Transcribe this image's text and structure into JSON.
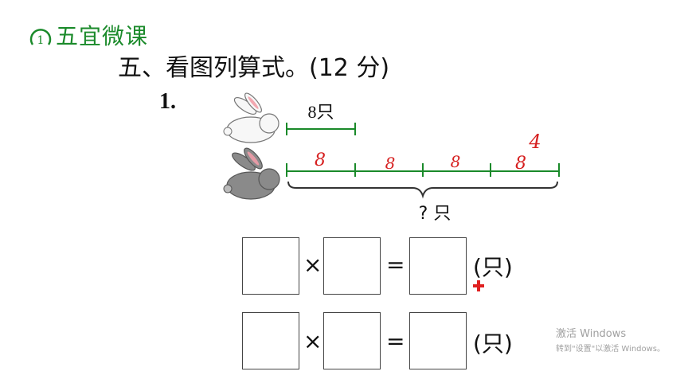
{
  "brand": {
    "number": "1",
    "name": "五宜微课"
  },
  "question": {
    "title": "五、看图列算式。(12 分)",
    "item_number": "1.",
    "top_label": "8只",
    "segment_values": [
      "8",
      "8",
      "8",
      "8"
    ],
    "annotation": "4",
    "question_label": "? 只"
  },
  "equations": [
    {
      "times": "×",
      "equals": "=",
      "unit": "(只)"
    },
    {
      "times": "×",
      "equals": "=",
      "unit": "(只)"
    }
  ],
  "watermark": {
    "line1": "激活 Windows",
    "line2": "转到\"设置\"以激活 Windows。"
  },
  "colors": {
    "brand": "#1a8a2a",
    "line": "#1a8a2a",
    "handwriting": "#d62020",
    "cursor": "#e02020"
  }
}
